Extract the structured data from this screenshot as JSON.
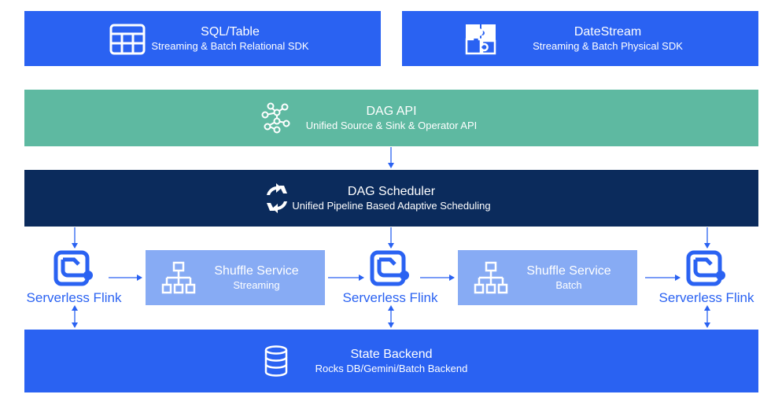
{
  "sql_table": {
    "title": "SQL/Table",
    "subtitle": "Streaming & Batch Relational SDK"
  },
  "datestream": {
    "title": "DateStream",
    "subtitle": "Streaming & Batch Physical SDK"
  },
  "dag_api": {
    "title": "DAG API",
    "subtitle": "Unified Source & Sink & Operator API"
  },
  "dag_scheduler": {
    "title": "DAG Scheduler",
    "subtitle": "Unified Pipeline Based Adaptive Scheduling"
  },
  "flink": {
    "label": "Serverless Flink"
  },
  "shuffle_streaming": {
    "title": "Shuffle Service",
    "subtitle": "Streaming"
  },
  "shuffle_batch": {
    "title": "Shuffle Service",
    "subtitle": "Batch"
  },
  "state_backend": {
    "title": "State Backend",
    "subtitle": "Rocks DB/Gemini/Batch Backend"
  },
  "colors": {
    "blue": "#2a62f2",
    "teal": "#5eb9a1",
    "navy": "#0b2b5c",
    "light_blue": "#87abf4"
  },
  "icons": [
    "table-icon",
    "puzzle-icon",
    "graph-icon",
    "refresh-cycle-icon",
    "flink-node-icon",
    "hierarchy-icon",
    "database-icon"
  ]
}
